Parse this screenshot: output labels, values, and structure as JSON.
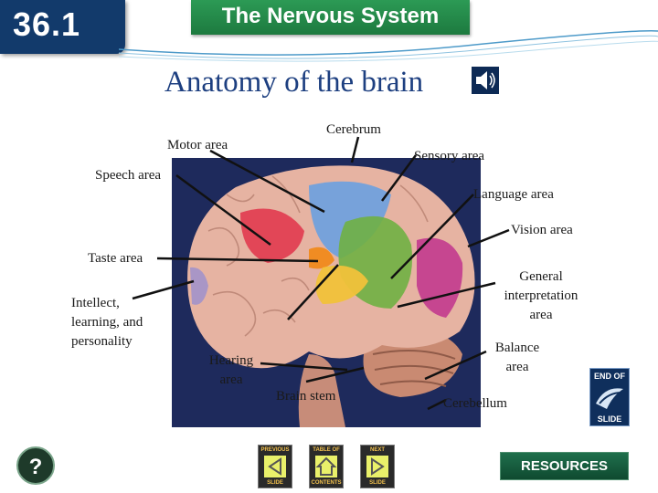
{
  "header": {
    "section_number": "36.1",
    "chapter_title": "The Nervous System"
  },
  "slide": {
    "title": "Anatomy of the brain"
  },
  "labels": {
    "cerebrum": "Cerebrum",
    "motor_area": "Motor area",
    "sensory_area": "Sensory area",
    "speech_area": "Speech area",
    "language_area": "Language area",
    "vision_area": "Vision area",
    "taste_area": "Taste area",
    "general_interpretation_1": "General",
    "general_interpretation_2": "interpretation",
    "general_interpretation_3": "area",
    "intellect_1": "Intellect,",
    "intellect_2": "learning, and",
    "intellect_3": "personality",
    "balance_1": "Balance",
    "balance_2": "area",
    "hearing_1": "Hearing",
    "hearing_2": "area",
    "brain_stem": "Brain stem",
    "cerebellum": "Cerebellum"
  },
  "nav": {
    "previous_top": "PREVIOUS",
    "previous_bottom": "SLIDE",
    "toc_top": "TABLE OF",
    "toc_bottom": "CONTENTS",
    "next_top": "NEXT",
    "next_bottom": "SLIDE",
    "help": "?",
    "resources": "RESOURCES",
    "end_of_1": "END OF",
    "end_of_2": "SLIDE"
  },
  "colors": {
    "header_blue": "#123a6b",
    "banner_green": "#1d7a3f",
    "title_blue": "#1d3f80",
    "brain_background": "#1e2a5c",
    "motor_red": "#e0324a",
    "sensory_blue": "#6aa0e0",
    "language_green": "#6fb043",
    "vision_magenta": "#c23a8e",
    "taste_orange": "#f08a1c",
    "hearing_yellow": "#f1c23a"
  },
  "icons": {
    "speaker": "speaker-icon",
    "help": "help-icon",
    "previous": "arrow-left-icon",
    "home": "home-icon",
    "next": "arrow-right-icon"
  }
}
